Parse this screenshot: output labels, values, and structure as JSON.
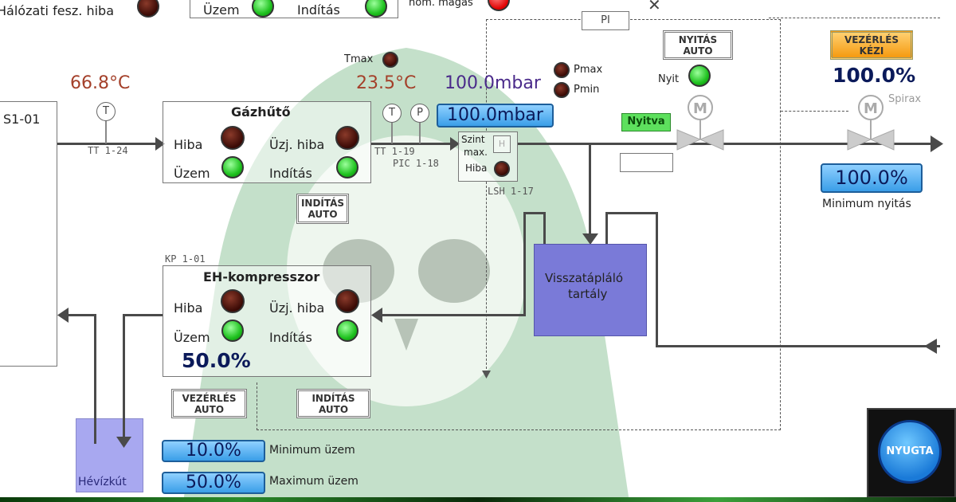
{
  "top": {
    "grid_fault": "Hálózati fesz. hiba",
    "uzem": "Üzem",
    "inditas": "Indítás",
    "temp_high": "hőm. magas",
    "close": "✕",
    "pi": "PI"
  },
  "s1": {
    "label": "S1-01"
  },
  "inlet": {
    "temp": "66.8°C",
    "tag": "TT 1-24",
    "t": "T"
  },
  "gazhuto": {
    "title": "Gázhűtő",
    "hiba": "Hiba",
    "uzj_hiba": "Üzj. hiba",
    "uzem": "Üzem",
    "inditas": "Indítás",
    "btn_line1": "INDÍTÁS",
    "btn_line2": "AUTO"
  },
  "sensors": {
    "tmax": "Tmax",
    "temp": "23.5°C",
    "pressure": "100.0mbar",
    "pmax": "Pmax",
    "pmin": "Pmin",
    "setpoint": "100.0mbar",
    "tt": "TT 1-19",
    "pic": "PIC 1-18",
    "t": "T",
    "p": "P"
  },
  "level": {
    "szint": "Szint",
    "max": "max.",
    "h": "H",
    "hiba": "Hiba",
    "tag": "LSH 1-17"
  },
  "valve1": {
    "btn_line1": "NYITÁS",
    "btn_line2": "AUTO",
    "nyit": "Nyit",
    "status": "Nyitva",
    "m": "M"
  },
  "valve2": {
    "btn_line1": "VEZÉRLÉS",
    "btn_line2": "KÉZI",
    "value": "100.0%",
    "brand": "Spirax",
    "m": "M",
    "min_open": "100.0%",
    "min_open_label": "Minimum nyitás"
  },
  "tank": {
    "line1": "Visszatápláló",
    "line2": "tartály"
  },
  "compressor": {
    "tag": "KP 1-01",
    "title": "EH-kompresszor",
    "hiba": "Hiba",
    "uzj_hiba": "Üzj. hiba",
    "uzem": "Üzem",
    "inditas": "Indítás",
    "value": "50.0%",
    "ctrl_line1": "VEZÉRLÉS",
    "ctrl_line2": "AUTO",
    "start_line1": "INDÍTÁS",
    "start_line2": "AUTO",
    "min": "10.0%",
    "min_label": "Minimum üzem",
    "max": "50.0%",
    "max_label": "Maximum üzem"
  },
  "well": {
    "label": "Hévízkút"
  },
  "ack": {
    "label": "NYUGTA"
  },
  "colors": {
    "temp": "#a4402a",
    "purple": "#4a2a8a",
    "tank": "#7a7ad8",
    "well": "#a8a8f0",
    "orange": "#f5a020"
  }
}
